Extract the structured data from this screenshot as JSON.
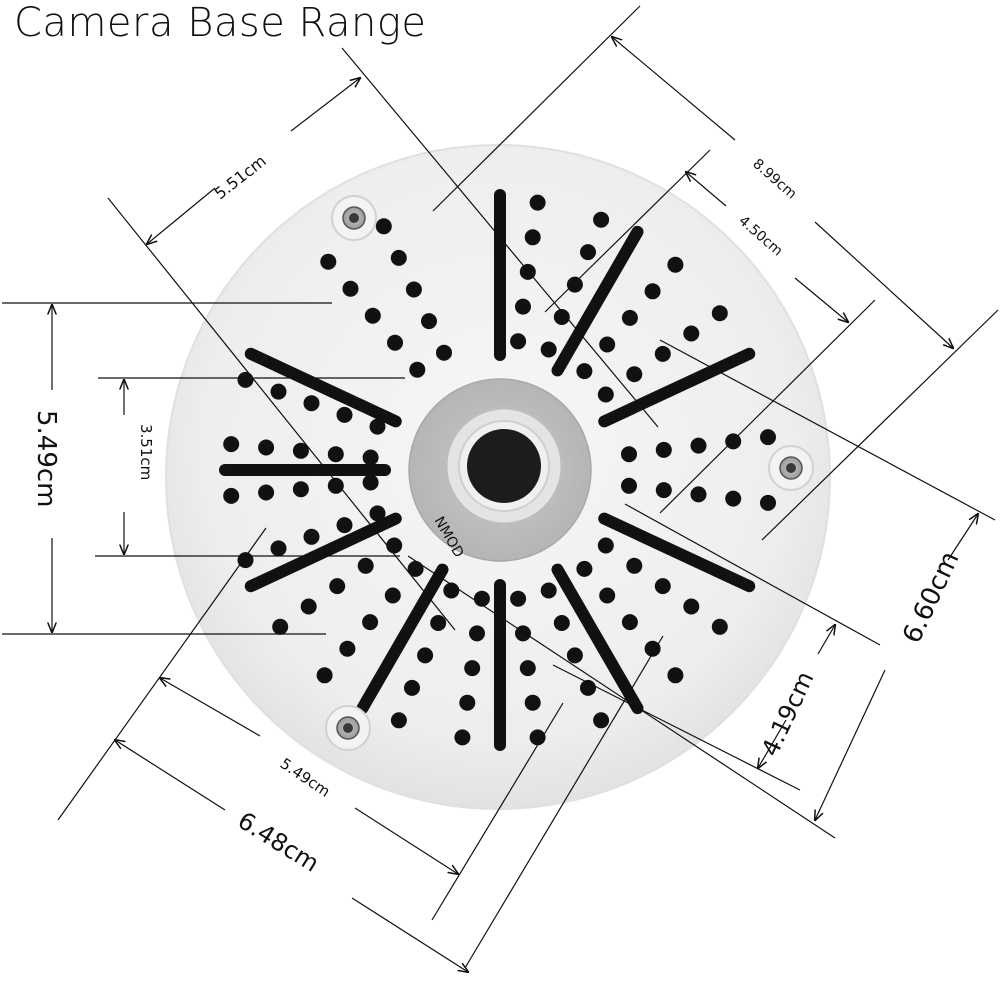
{
  "title": "Camera Base Range",
  "dimensions": {
    "d_551": "5.51cm",
    "d_899": "8.99cm",
    "d_450": "4.50cm",
    "d_549_left": "5.49cm",
    "d_351": "3.51cm",
    "d_660": "6.60cm",
    "d_419": "4.19cm",
    "d_549_bottom": "5.49cm",
    "d_648": "6.48cm"
  },
  "center_marking": "NMOD",
  "colors": {
    "plate": "#efefef",
    "plate_edge": "#dcdcdc",
    "hole": "#111111",
    "line": "#111111"
  }
}
